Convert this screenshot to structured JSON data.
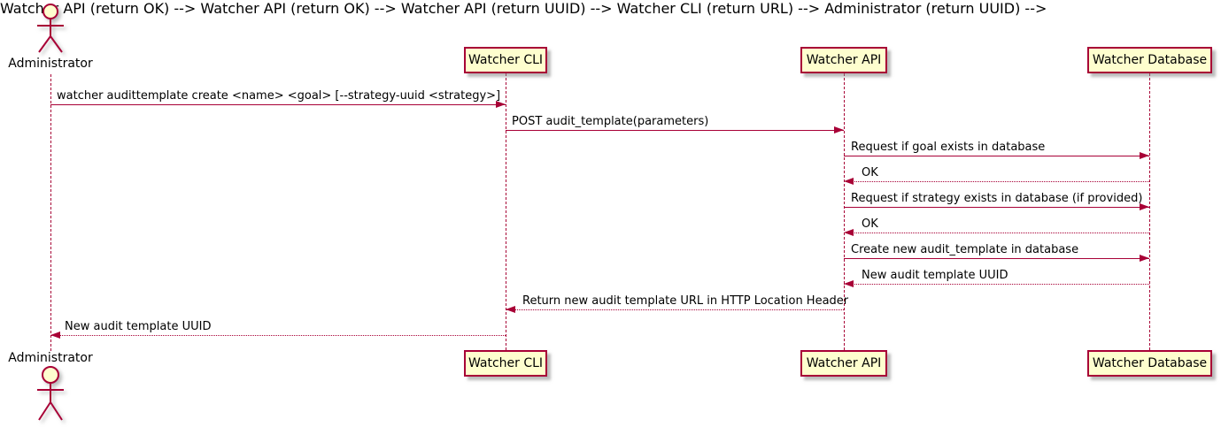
{
  "diagram_type": "sequence",
  "colors": {
    "stroke": "#A80036",
    "participant_fill": "#FEFECE",
    "text": "#000000",
    "background": "#FFFFFF"
  },
  "actor": {
    "label": "Administrator"
  },
  "participants": [
    {
      "label": "Watcher CLI"
    },
    {
      "label": "Watcher API"
    },
    {
      "label": "Watcher Database"
    }
  ],
  "messages": [
    {
      "from": "Administrator",
      "to": "Watcher CLI",
      "style": "solid",
      "text": "watcher audittemplate create <name> <goal> [--strategy-uuid <strategy>]"
    },
    {
      "from": "Watcher CLI",
      "to": "Watcher API",
      "style": "solid",
      "text": "POST audit_template(parameters)"
    },
    {
      "from": "Watcher API",
      "to": "Watcher Database",
      "style": "solid",
      "text": "Request if goal exists in database"
    },
    {
      "from": "Watcher Database",
      "to": "Watcher API",
      "style": "dashed",
      "text": "OK"
    },
    {
      "from": "Watcher API",
      "to": "Watcher Database",
      "style": "solid",
      "text": "Request if strategy exists in database (if provided)"
    },
    {
      "from": "Watcher Database",
      "to": "Watcher API",
      "style": "dashed",
      "text": "OK"
    },
    {
      "from": "Watcher API",
      "to": "Watcher Database",
      "style": "solid",
      "text": "Create new audit_template in database"
    },
    {
      "from": "Watcher Database",
      "to": "Watcher API",
      "style": "dashed",
      "text": "New audit template UUID"
    },
    {
      "from": "Watcher API",
      "to": "Watcher CLI",
      "style": "dashed",
      "text": "Return new audit template URL in HTTP Location Header"
    },
    {
      "from": "Watcher CLI",
      "to": "Administrator",
      "style": "dashed",
      "text": "New audit template UUID"
    }
  ]
}
